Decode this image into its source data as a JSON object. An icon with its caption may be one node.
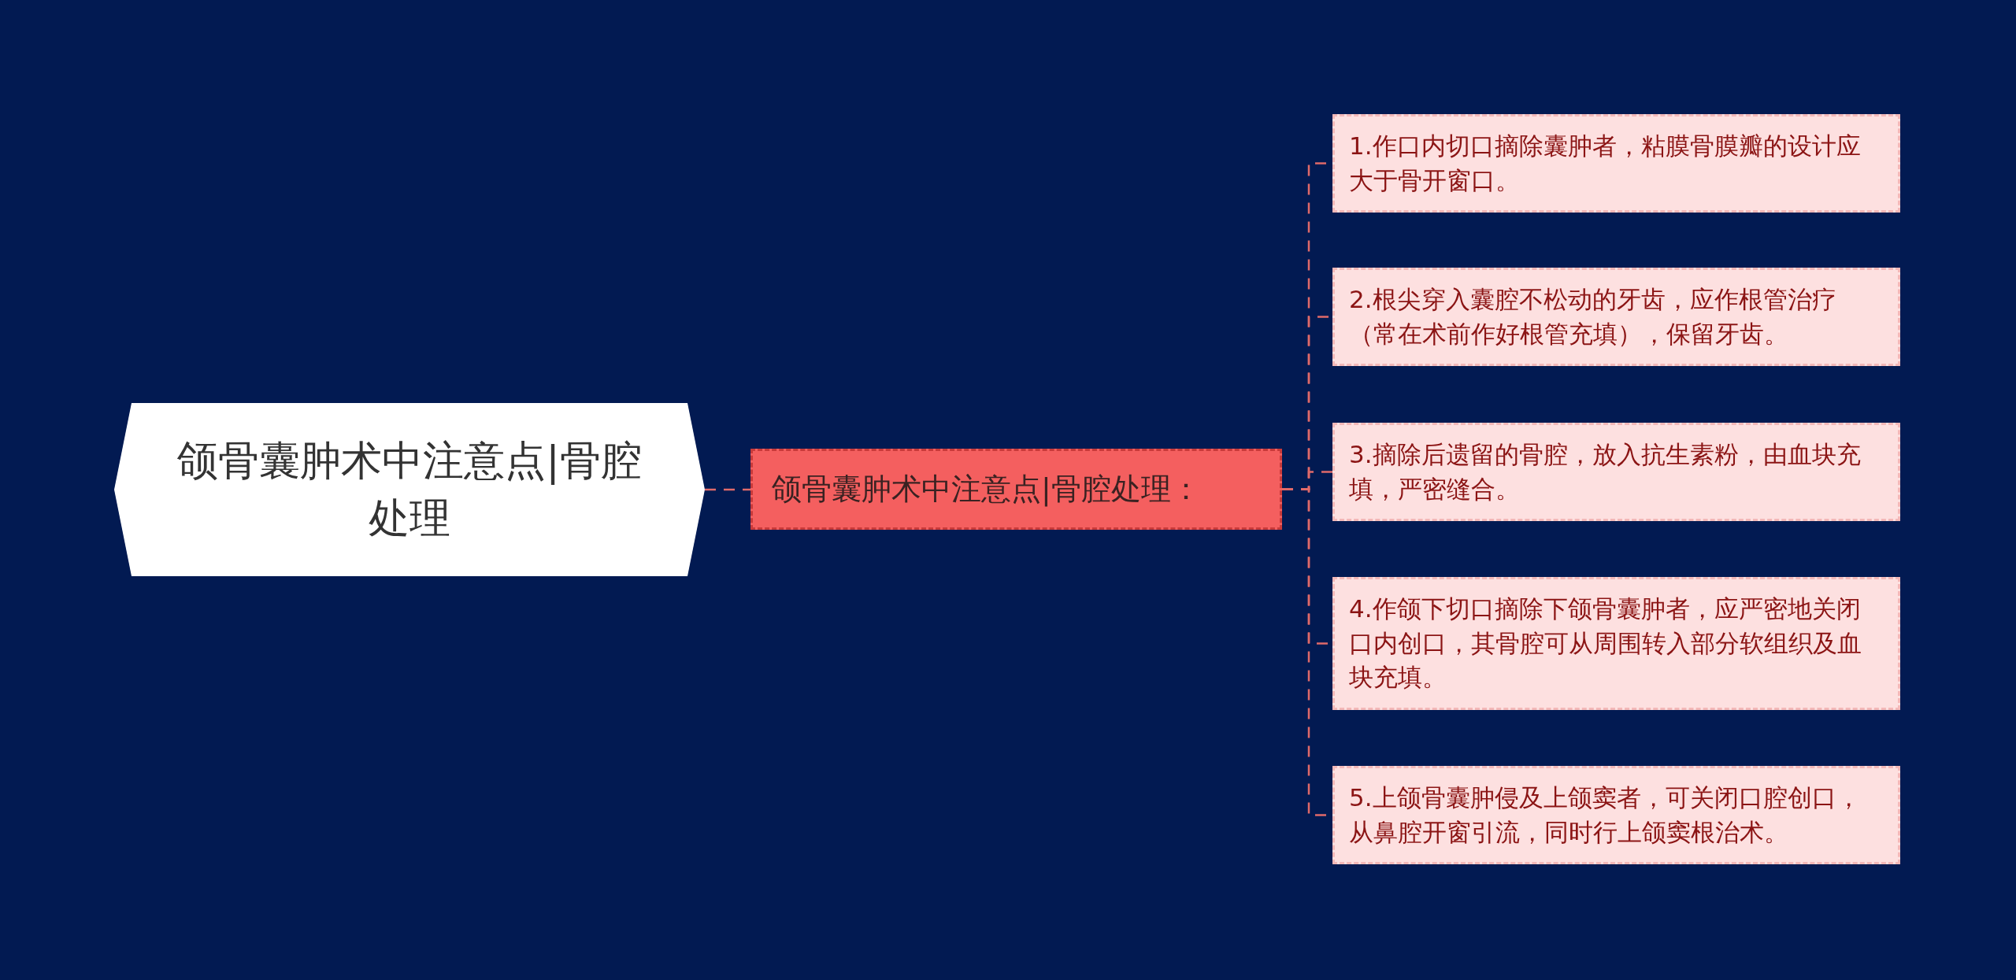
{
  "diagram": {
    "nodes": [
      {
        "text": [
          "颌骨囊肿术中注意点|骨腔处理"
        ]
      },
      {
        "text": [
          "颌骨囊肿术中注意点|骨腔处理："
        ]
      },
      {
        "text": [
          "1.作口内切口摘除囊肿者，粘膜骨膜瓣的设计应大于骨开窗口。"
        ]
      },
      {
        "text": [
          "2.根尖穿入囊腔不松动的牙齿，应作根管治疗（常在术前作好根管充填），保留牙齿。"
        ]
      },
      {
        "text": [
          "3.摘除后遗留的骨腔，放入抗生素粉，由血块充填，严密缝合。"
        ]
      },
      {
        "text": [
          "4.作颌下切口摘除下颌骨囊肿者，应严密地关闭口内创口，其骨腔可从周围转入部分软组织及血块充填。"
        ]
      },
      {
        "text": [
          "5.上颌骨囊肿侵及上颌窦者，可关闭口腔创口，从鼻腔开窗引流，同时行上颌窦根治术。"
        ]
      }
    ],
    "edges": [
      {
        "from": 0,
        "to": 1,
        "arrow": "none",
        "style": "dashed"
      },
      {
        "from": 1,
        "to": 2,
        "arrow": "none",
        "style": "dashed"
      },
      {
        "from": 1,
        "to": 3,
        "arrow": "none",
        "style": "dashed"
      },
      {
        "from": 1,
        "to": 4,
        "arrow": "none",
        "style": "dashed"
      },
      {
        "from": 1,
        "to": 5,
        "arrow": "none",
        "style": "dashed"
      },
      {
        "from": 1,
        "to": 6,
        "arrow": "none",
        "style": "dashed"
      }
    ]
  }
}
